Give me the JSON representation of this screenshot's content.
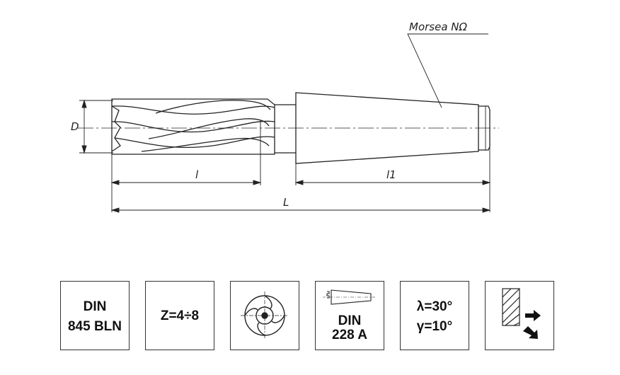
{
  "drawing": {
    "callout": "Morsea  NΩ",
    "dims": {
      "D": "D",
      "l": "l",
      "l1": "l1",
      "L": "L"
    }
  },
  "icons": [
    {
      "name": "din-standard",
      "lines": [
        "DIN",
        "845 BLN"
      ]
    },
    {
      "name": "teeth-count",
      "lines": [
        "Z=4÷8"
      ]
    },
    {
      "name": "cross-section",
      "lines": []
    },
    {
      "name": "shank-standard",
      "lines": [
        "DIN",
        "228 A"
      ]
    },
    {
      "name": "angles",
      "lines": [
        "λ=30°",
        "γ=10°"
      ]
    },
    {
      "name": "cutting-direction",
      "lines": []
    }
  ]
}
